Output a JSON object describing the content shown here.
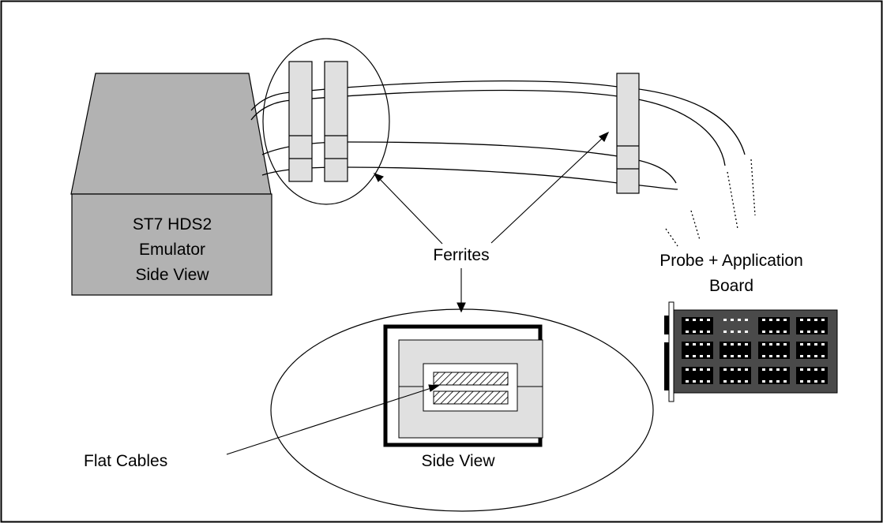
{
  "diagram": {
    "emulator_label": [
      "ST7 HDS2",
      "Emulator",
      "Side View"
    ],
    "ferrites_label": "Ferrites",
    "probe_label": [
      "Probe + Application",
      "Board"
    ],
    "flat_cables_label": "Flat Cables",
    "side_view_label": "Side View"
  },
  "colors": {
    "emulator_fill": "#b2b2b2",
    "ferrite_fill": "#e0e0e0",
    "board_fill": "#4a4a4a",
    "chip_fill": "#000000",
    "line": "#000000"
  }
}
